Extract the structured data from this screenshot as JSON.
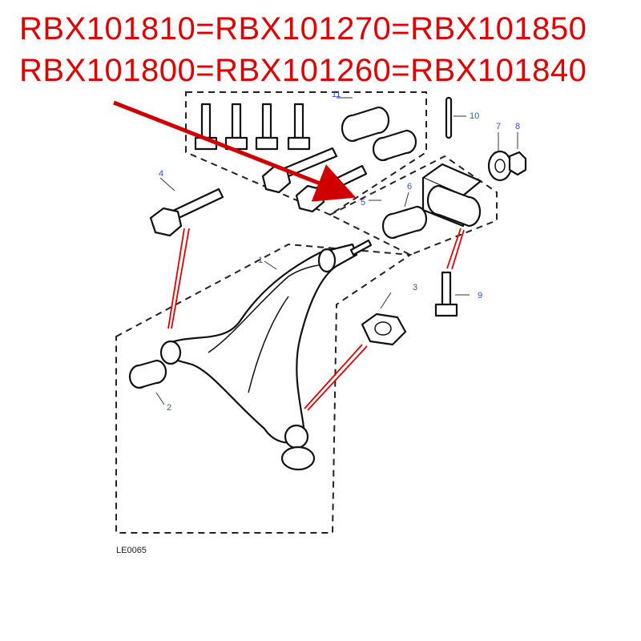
{
  "header": {
    "line1": "RBX101810=RBX101270=RBX101850",
    "line2": "RBX101800=RBX101260=RBX101840"
  },
  "callouts": [
    "1",
    "2",
    "3",
    "4",
    "5",
    "6",
    "7",
    "8",
    "9",
    "10",
    "11"
  ],
  "diagram_code": "LE0065",
  "colors": {
    "header_text": "#e00000",
    "callout_text": "#2a52d6",
    "arrow": "#d00000",
    "linework": "#111111"
  }
}
